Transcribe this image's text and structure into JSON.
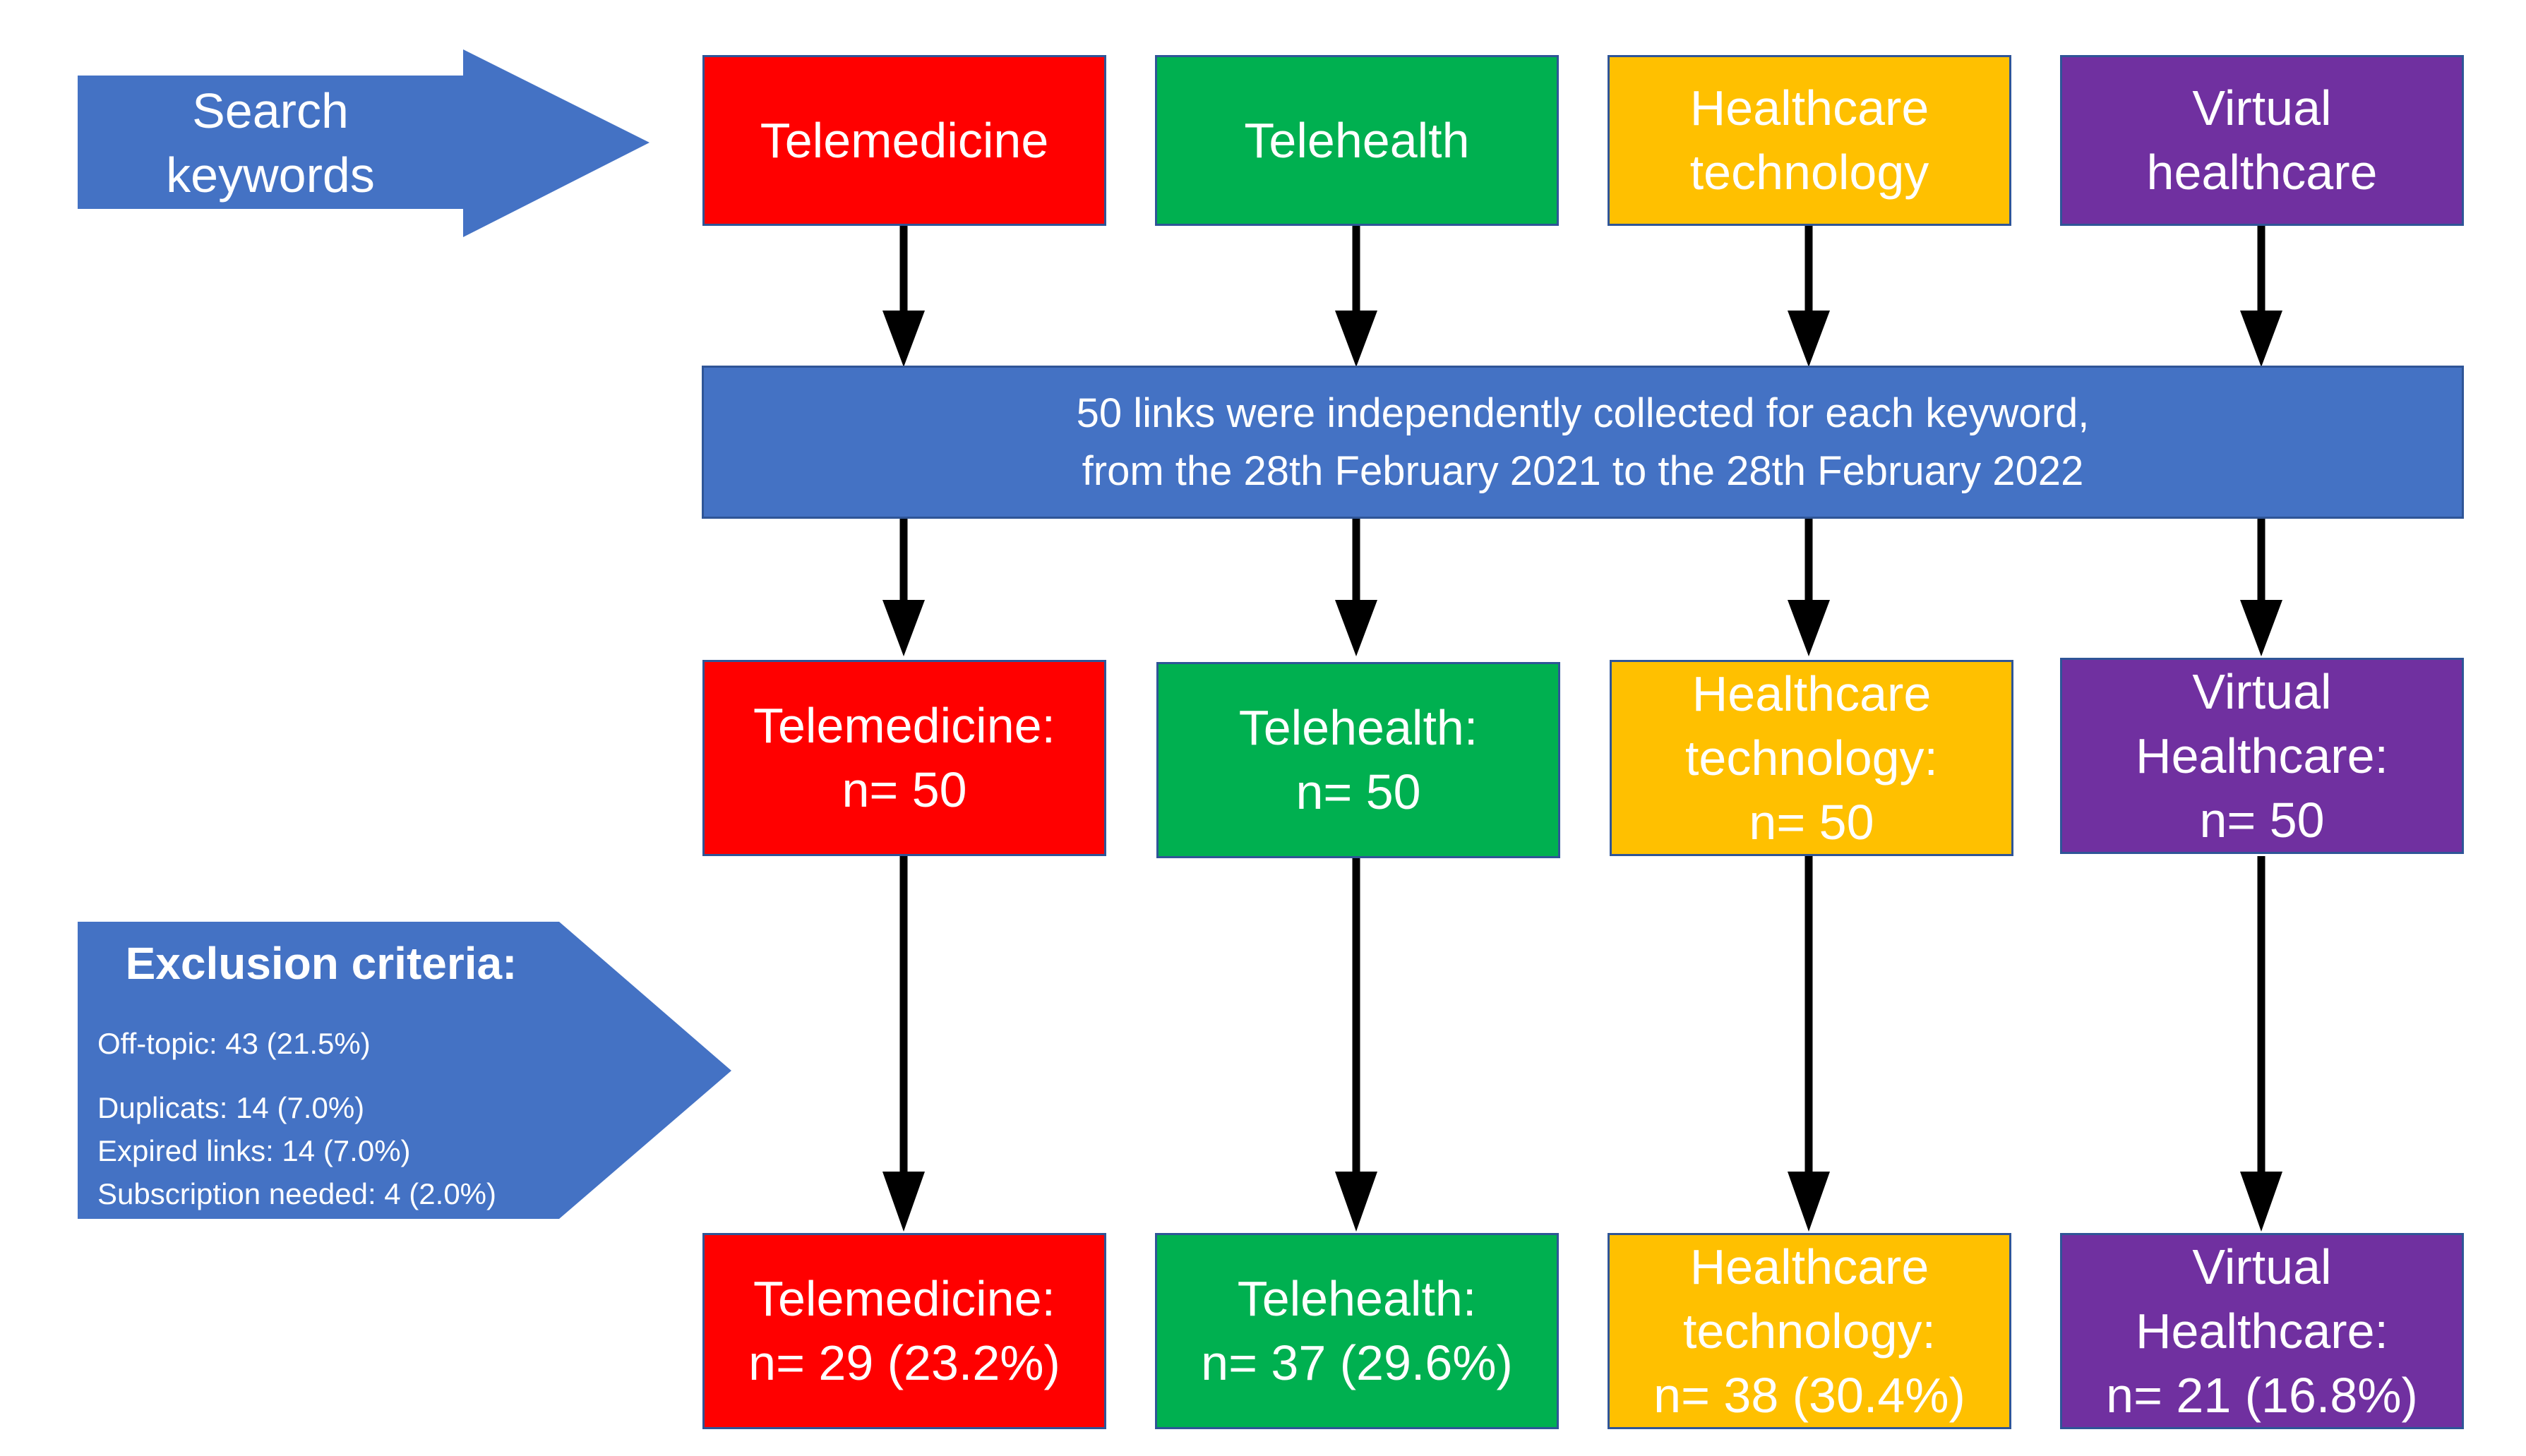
{
  "search": {
    "label": "Search\nkeywords",
    "color": "#4472c4"
  },
  "colors": {
    "red": "#ff0000",
    "green": "#00b050",
    "yellow": "#ffc000",
    "purple": "#7030a0",
    "blue": "#4472c4",
    "border": "#2f5597",
    "arrow": "#000000"
  },
  "keywords": [
    {
      "label": "Telemedicine"
    },
    {
      "label": "Telehealth"
    },
    {
      "label": "Healthcare\ntechnology"
    },
    {
      "label": "Virtual\nhealthcare"
    }
  ],
  "collection": {
    "text": "50 links were independently collected for each keyword,\nfrom the 28th February 2021 to the 28th February 2022"
  },
  "collected": [
    {
      "label": "Telemedicine:\nn= 50"
    },
    {
      "label": "Telehealth:\nn= 50"
    },
    {
      "label": "Healthcare\ntechnology:\nn= 50"
    },
    {
      "label": "Virtual\nHealthcare:\nn= 50"
    }
  ],
  "exclusion": {
    "title": "Exclusion criteria:",
    "items": [
      "Off-topic: 43 (21.5%)",
      "Duplicats: 14 (7.0%)",
      "Expired links: 14 (7.0%)",
      "Subscription needed: 4 (2.0%)"
    ]
  },
  "final": [
    {
      "label": "Telemedicine:\nn= 29 (23.2%)"
    },
    {
      "label": "Telehealth:\nn= 37 (29.6%)"
    },
    {
      "label": "Healthcare\ntechnology:\nn= 38 (30.4%)"
    },
    {
      "label": "Virtual\nHealthcare:\nn= 21 (16.8%)"
    }
  ]
}
